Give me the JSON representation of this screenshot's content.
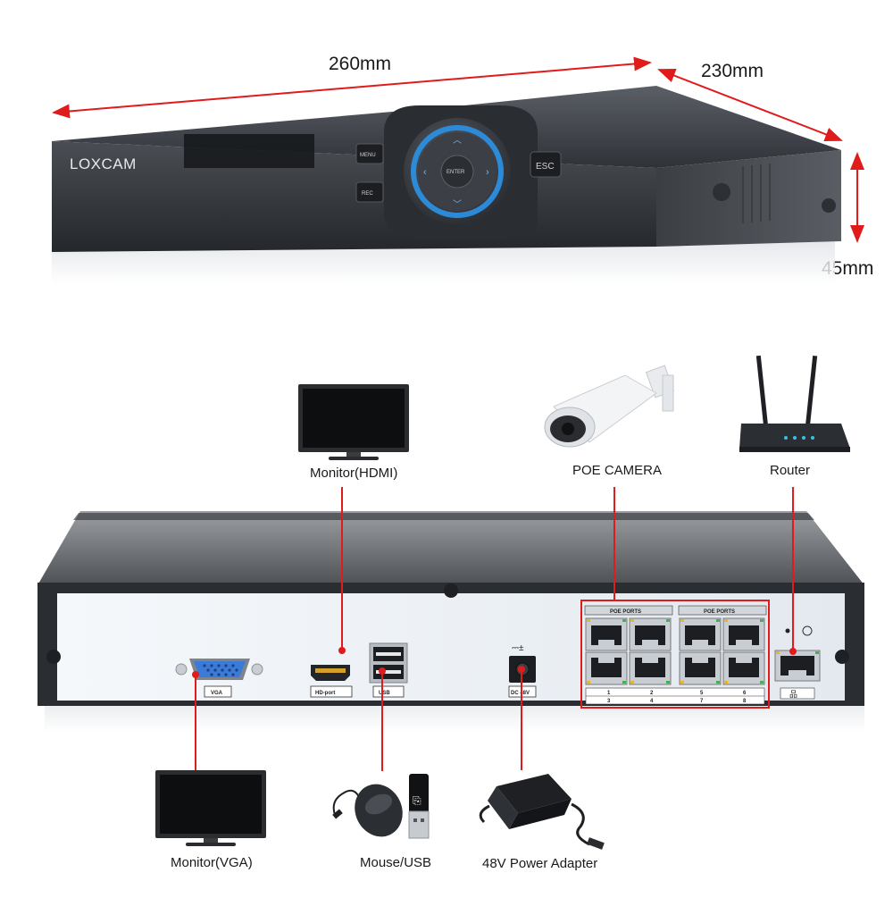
{
  "dimensions": {
    "width": "260mm",
    "depth": "230mm",
    "height": "45mm"
  },
  "device_front": {
    "brand": "LOXCAM",
    "buttons": {
      "menu": "MENU",
      "rec": "REC",
      "esc": "ESC",
      "enter": "ENTER"
    }
  },
  "rear_panel": {
    "vga_label": "VGA",
    "hdmi_label": "HD-port",
    "usb_label": "USB",
    "power_label": "DC 48V",
    "poe_group_1": "POE PORTS",
    "poe_group_2": "POE PORTS",
    "port_numbers_top": [
      "1",
      "2",
      "5",
      "6"
    ],
    "port_numbers_bottom": [
      "3",
      "4",
      "7",
      "8"
    ]
  },
  "connections": {
    "monitor_hdmi": "Monitor(HDMI)",
    "poe_camera": "POE CAMERA",
    "router": "Router",
    "monitor_vga": "Monitor(VGA)",
    "mouse_usb": "Mouse/USB",
    "power_adapter": "48V Power Adapter"
  },
  "colors": {
    "connector_line": "#e01b1b",
    "device_body": "#3a3d42",
    "nav_ring": "#2b8fe0",
    "rear_panel": "#eef3f8"
  }
}
